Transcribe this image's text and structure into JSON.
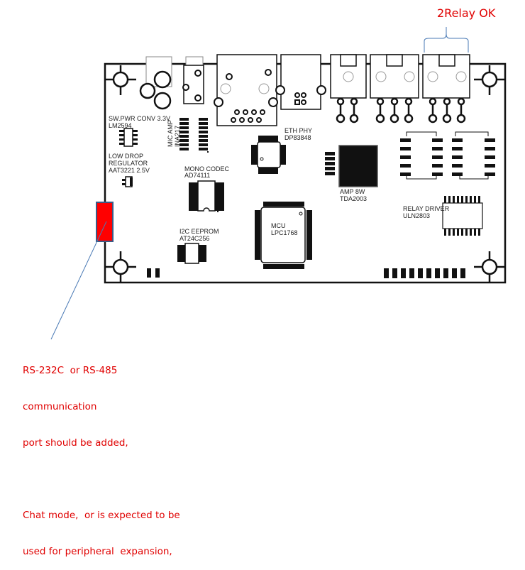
{
  "title_annotation": {
    "text": "2Relay OK",
    "color": "#e00000"
  },
  "components": [
    {
      "name": "SW.PWR CONV 3.3V",
      "part": "LM2594"
    },
    {
      "name": "LOW DROP",
      "name2": "REGULATOR",
      "part": "AAT3221 2.5V"
    },
    {
      "name": "MIC AMP",
      "part": "INA217"
    },
    {
      "name": "ETH PHY",
      "part": "DP83848"
    },
    {
      "name": "MONO CODEC",
      "part": "AD74111"
    },
    {
      "name": "I2C EEPROM",
      "part": "AT24C256"
    },
    {
      "name": "MCU",
      "part": "LPC1768"
    },
    {
      "name": "AMP 8W",
      "part": "TDA2003"
    },
    {
      "name": "RELAY DRIVER",
      "part": "ULN2803"
    }
  ],
  "note": {
    "lines": [
      "RS-232C  or RS-485",
      "communication",
      "port should be added,",
      "",
      "Chat mode,  or is expected to be",
      "used for peripheral  expansion,"
    ],
    "color": "#e00000",
    "highlight_color": "#ff0000",
    "leader_color": "#4a7ab5"
  }
}
